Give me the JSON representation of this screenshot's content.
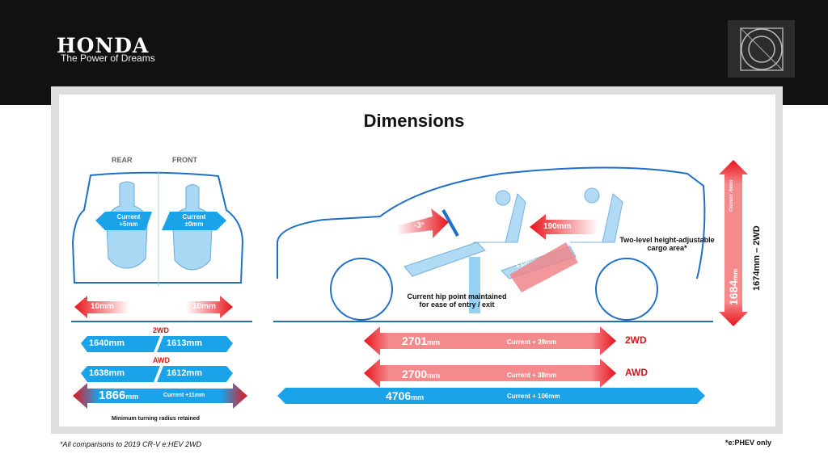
{
  "header": {
    "brand": "HONDA",
    "tagline": "The Power of Dreams",
    "emblem_icon": "circle-square-emblem"
  },
  "title": "Dimensions",
  "front_view": {
    "rear_label": "REAR",
    "front_label": "FRONT",
    "rear_badge": {
      "line1": "Current",
      "line2": "+5mm"
    },
    "front_badge": {
      "line1": "Current",
      "line2": "±0mm"
    },
    "left_arrow": "10mm",
    "right_arrow": "10mm",
    "tread_2wd_label": "2WD",
    "tread_2wd": {
      "rear": "1640mm",
      "front": "1613mm"
    },
    "tread_awd_label": "AWD",
    "tread_awd": {
      "rear": "1638mm",
      "front": "1612mm"
    },
    "width": {
      "value": "1866",
      "unit": "mm",
      "delta": "Current +11mm"
    },
    "note": "Minimum turning radius retained"
  },
  "side_view": {
    "seat_angle": "-3°",
    "legroom": "190mm",
    "rear_seat_delta": {
      "line1": "Current",
      "line2": "+15mm"
    },
    "hip_note": {
      "line1": "Current hip point maintained",
      "line2": "for ease of entry / exit"
    },
    "cargo_note": {
      "line1": "Two-level height-adjustable",
      "line2": "cargo area*"
    },
    "height": {
      "value": "1684",
      "unit": "mm",
      "delta": "Current -5mm",
      "alt": "1674mm – 2WD"
    },
    "wheelbase_2wd": {
      "value": "2701",
      "unit": "mm",
      "delta": "Current + 39mm",
      "label": "2WD"
    },
    "wheelbase_awd": {
      "value": "2700",
      "unit": "mm",
      "delta": "Current + 38mm",
      "label": "AWD"
    },
    "length": {
      "value": "4706",
      "unit": "mm",
      "delta": "Current + 106mm"
    }
  },
  "footnotes": {
    "left": "*All comparisons to 2019 CR-V e:HEV 2WD",
    "right": "*e:PHEV only"
  },
  "colors": {
    "blue": "#1aa3e8",
    "red": "#e8141c",
    "outline": "#1e6fc8"
  }
}
